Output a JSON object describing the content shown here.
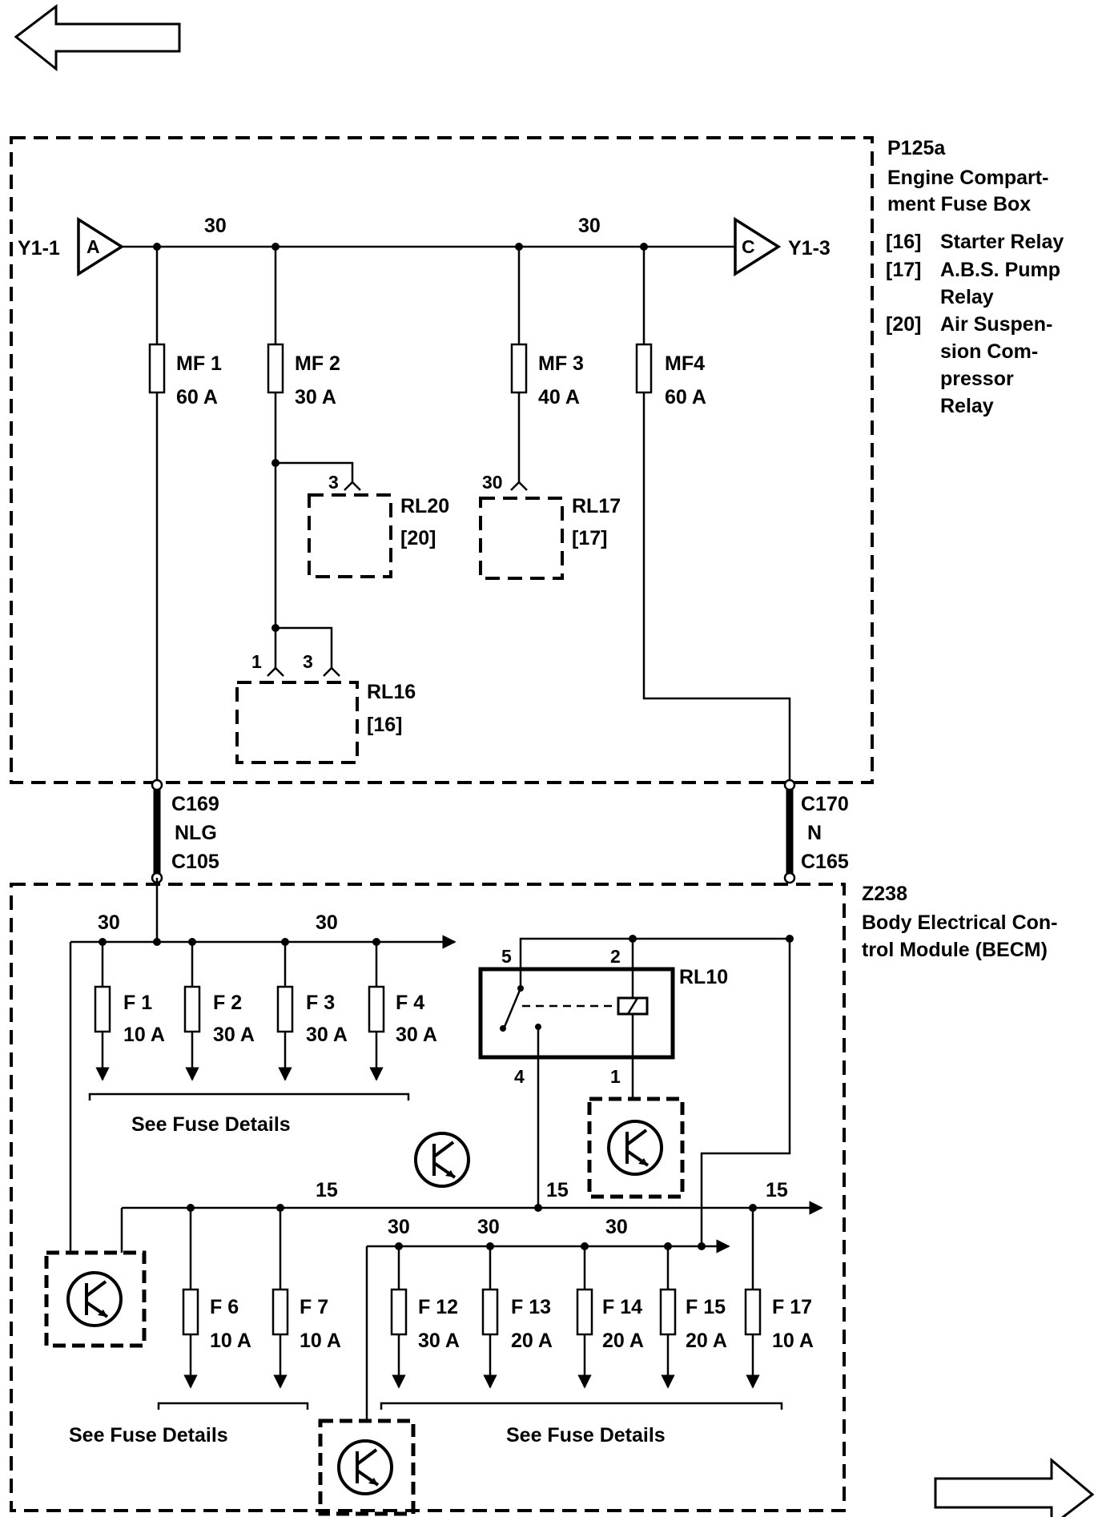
{
  "nav": {
    "prev_icon": "arrow-left-icon",
    "next_icon": "arrow-right-icon"
  },
  "fusebox": {
    "code": "P125a",
    "title_line1": "Engine Compart-",
    "title_line2": "ment Fuse Box",
    "legend": [
      {
        "ref": "[16]",
        "lines": [
          "Starter Relay"
        ]
      },
      {
        "ref": "[17]",
        "lines": [
          "A.B.S. Pump",
          "Relay"
        ]
      },
      {
        "ref": "[20]",
        "lines": [
          "Air Suspen-",
          "sion Com-",
          "pressor",
          "Relay"
        ]
      }
    ],
    "pin_in": "Y1-1",
    "pin_out": "Y1-3",
    "flag_in": "A",
    "flag_out": "C",
    "bus_label_left": "30",
    "bus_label_right": "30",
    "fuses": [
      {
        "name": "MF 1",
        "rating": "60 A"
      },
      {
        "name": "MF 2",
        "rating": "30 A"
      },
      {
        "name": "MF 3",
        "rating": "40 A"
      },
      {
        "name": "MF4",
        "rating": "60 A"
      }
    ],
    "relays": [
      {
        "name": "RL20",
        "ref": "[20]",
        "pins": [
          "3"
        ]
      },
      {
        "name": "RL17",
        "ref": "[17]",
        "pins": [
          "30"
        ]
      },
      {
        "name": "RL16",
        "ref": "[16]",
        "pins": [
          "1",
          "3"
        ]
      }
    ]
  },
  "connectors": [
    {
      "top": "C169",
      "mid": "NLG",
      "bottom": "C105"
    },
    {
      "top": "C170",
      "mid": "N",
      "bottom": "C165"
    }
  ],
  "becm": {
    "code": "Z238",
    "title_line1": "Body Electrical Con-",
    "title_line2": "trol Module (BECM)",
    "bus_30_top": [
      "30",
      "30"
    ],
    "fuses_top": [
      {
        "name": "F 1",
        "rating": "10 A"
      },
      {
        "name": "F 2",
        "rating": "30 A"
      },
      {
        "name": "F 3",
        "rating": "30 A"
      },
      {
        "name": "F 4",
        "rating": "30 A"
      }
    ],
    "see_fuse_details": "See Fuse Details",
    "relay": {
      "name": "RL10",
      "pins": [
        "5",
        "2",
        "4",
        "1"
      ]
    },
    "bus_15": [
      "15",
      "15",
      "15"
    ],
    "bus_30_bottom": [
      "30",
      "30",
      "30"
    ],
    "fuses_mid": [
      {
        "name": "F 6",
        "rating": "10 A"
      },
      {
        "name": "F 7",
        "rating": "10 A"
      }
    ],
    "fuses_bottom": [
      {
        "name": "F 12",
        "rating": "30 A"
      },
      {
        "name": "F 13",
        "rating": "20 A"
      },
      {
        "name": "F 14",
        "rating": "20 A"
      },
      {
        "name": "F 15",
        "rating": "20 A"
      },
      {
        "name": "F 17",
        "rating": "10 A"
      }
    ]
  }
}
